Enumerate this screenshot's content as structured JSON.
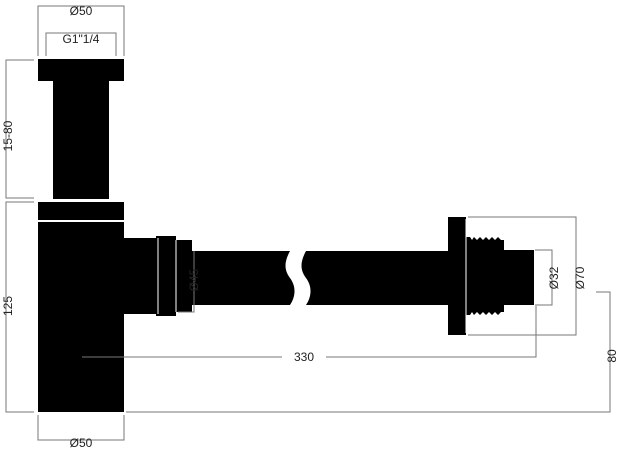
{
  "colors": {
    "part": "#000000",
    "dimension_line": "#777777",
    "text": "#222222",
    "highlight": "#ffffff"
  },
  "dimensions": {
    "top_diameter": "Ø50",
    "thread": "G1\"1/4",
    "height_adjust": "15-80",
    "body_height": "125",
    "bottom_diameter": "Ø50",
    "pipe_diameter": "Ø45",
    "pipe_length": "330",
    "outlet_diameter": "Ø32",
    "flange_diameter": "Ø70",
    "axis_height": "80"
  }
}
